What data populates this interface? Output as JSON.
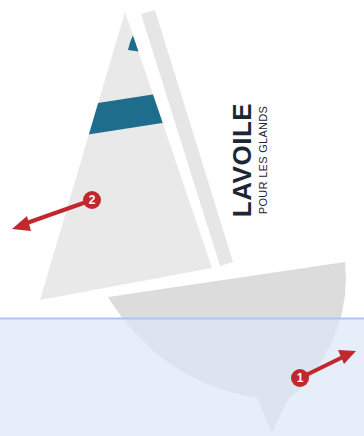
{
  "diagram": {
    "labels": [
      "LAVOILE",
      "POUR LES GLANDS",
      "1",
      "2"
    ]
  }
}
